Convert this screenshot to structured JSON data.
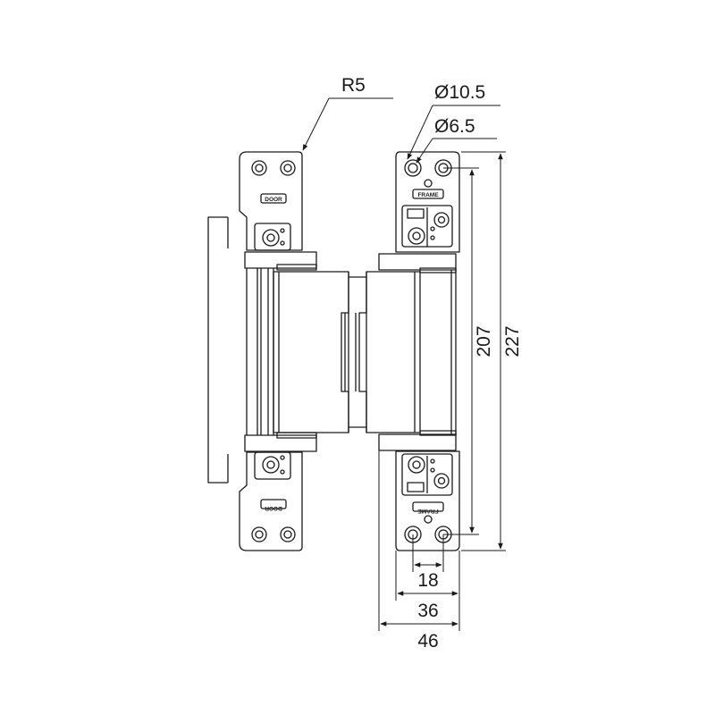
{
  "labels": {
    "radius": "R5",
    "outer_hole_diameter": "Ø10.5",
    "inner_hole_diameter": "Ø6.5",
    "height_inner": "207",
    "height_overall": "227",
    "width_holes": "18",
    "width_plate": "36",
    "width_overall": "46"
  },
  "plate_marks": {
    "door_top": "DOOR",
    "door_bottom": "DOOR",
    "frame_top": "FRAME",
    "frame_bottom": "FRAME"
  },
  "colors": {
    "line": "#1a1a1a",
    "background": "#ffffff",
    "face": "#ffffff",
    "shade": "#e6e6e6"
  }
}
